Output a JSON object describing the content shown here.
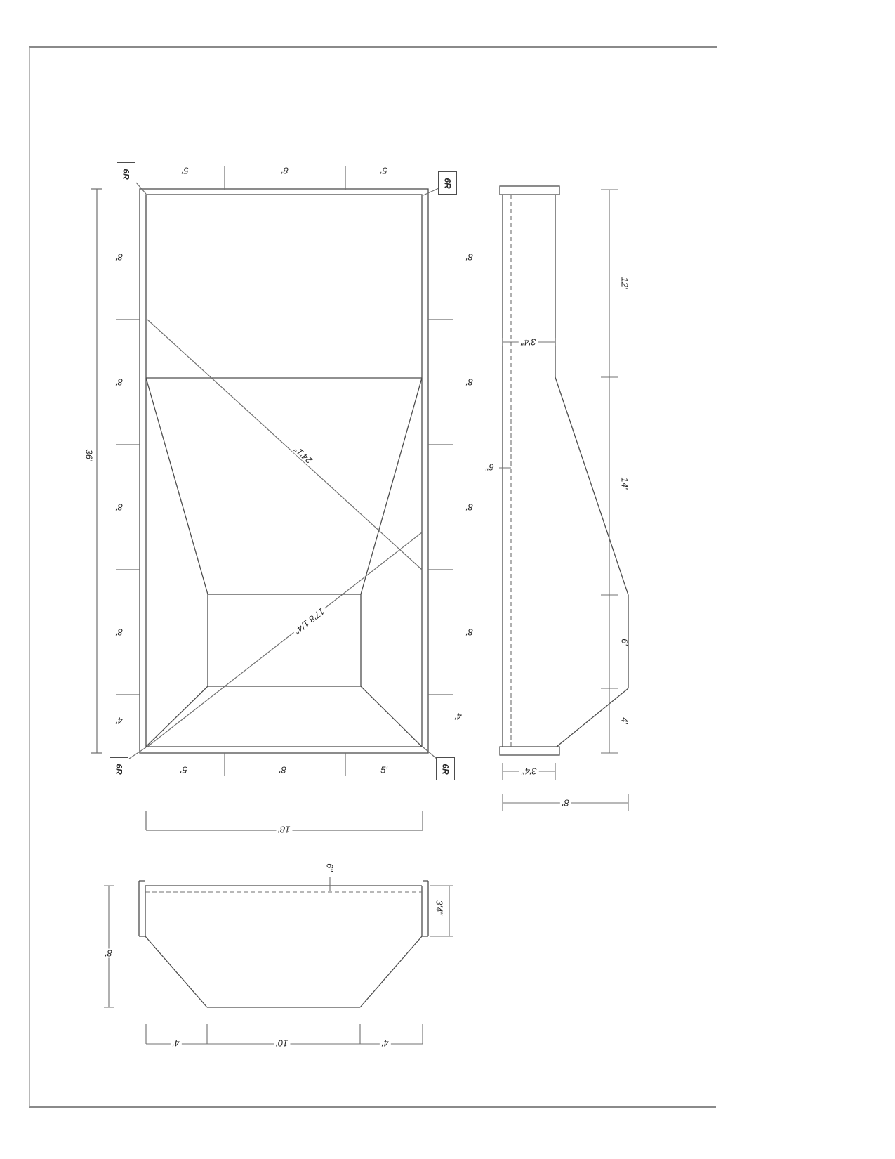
{
  "plan": {
    "corner_label": "6R",
    "top_dims": [
      "5'",
      "8'",
      "5'"
    ],
    "bottom_dims": [
      "5'",
      "8'",
      "5'"
    ],
    "left_dims": [
      "8'",
      "8'",
      "8'",
      "8'",
      "4'"
    ],
    "right_dims": [
      "8'",
      "8'",
      "8'",
      "8'",
      "4'"
    ],
    "length_total": "36'",
    "width_total": "18'",
    "diagonal_1": "24'1\"",
    "diagonal_2": "17'8 1/4\""
  },
  "profile": {
    "shallow_depth": "3'4\"",
    "waterline_offset": "6\"",
    "side_dims": [
      "12'",
      "14'",
      "6'",
      "4'"
    ],
    "bottom_shallow_depth": "3'4\"",
    "bottom_deep_depth": "8'"
  },
  "section": {
    "waterline_offset": "6\"",
    "depth_total": "8'",
    "wall_depth": "3'4\"",
    "bottom_dims": [
      "4'",
      "10'",
      "4'"
    ]
  }
}
